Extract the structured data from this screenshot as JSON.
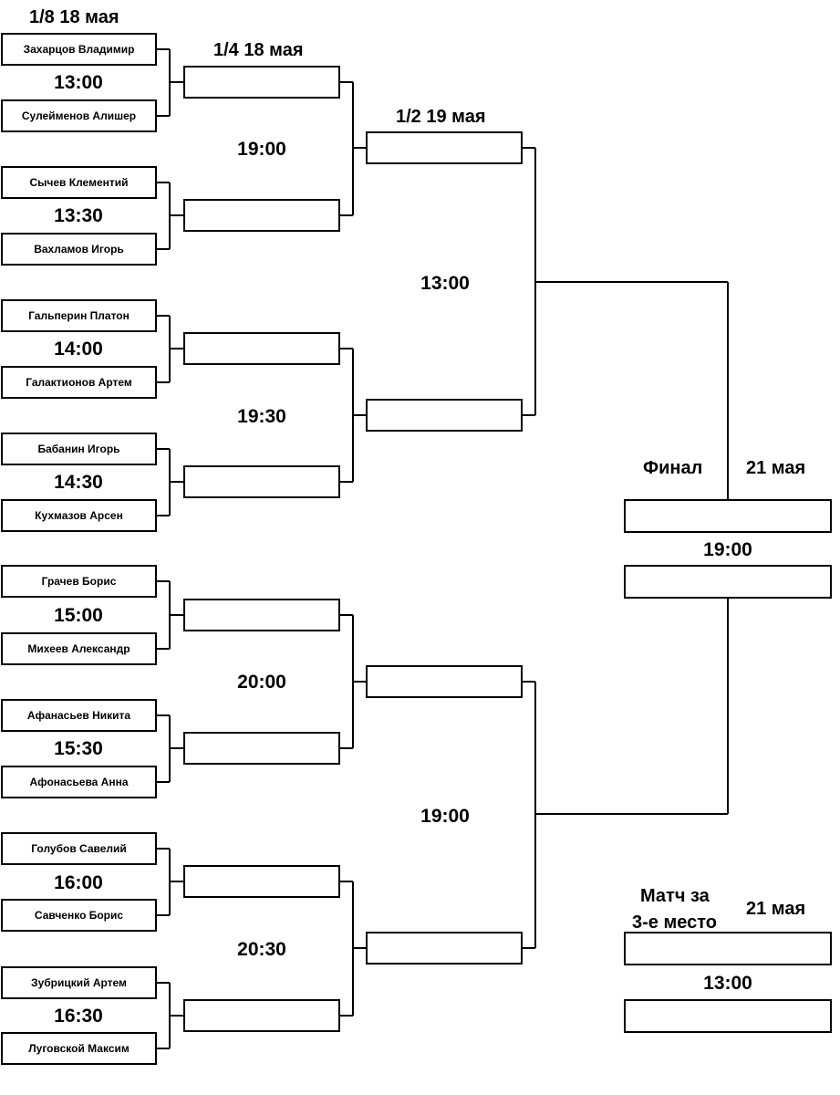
{
  "headers": {
    "r16": "1/8 18 мая",
    "qf": "1/4 18 мая",
    "sf": "1/2 19 мая"
  },
  "round_of_16": [
    {
      "player1": "Захарцов Владимир",
      "player2": "Сулейменов Алишер",
      "time": "13:00"
    },
    {
      "player1": "Сычев Клементий",
      "player2": "Вахламов Игорь",
      "time": "13:30"
    },
    {
      "player1": "Гальперин Платон",
      "player2": "Галактионов Артем",
      "time": "14:00"
    },
    {
      "player1": "Бабанин Игорь",
      "player2": "Кухмазов Арсен",
      "time": "14:30"
    },
    {
      "player1": "Грачев Борис",
      "player2": "Михеев Александр",
      "time": "15:00"
    },
    {
      "player1": "Афанасьев Никита",
      "player2": "Афонасьева Анна",
      "time": "15:30"
    },
    {
      "player1": "Голубов Савелий",
      "player2": "Савченко Борис",
      "time": "16:00"
    },
    {
      "player1": "Зубрицкий Артем",
      "player2": "Луговской Максим",
      "time": "16:30"
    }
  ],
  "quarterfinals": [
    {
      "time": "19:00"
    },
    {
      "time": "19:30"
    },
    {
      "time": "20:00"
    },
    {
      "time": "20:30"
    }
  ],
  "semifinals": [
    {
      "time": "13:00"
    },
    {
      "time": "19:00"
    }
  ],
  "final": {
    "label": "Финал",
    "date": "21 мая",
    "time": "19:00"
  },
  "third_place": {
    "label_line1": "Матч за",
    "label_line2": "3-е место",
    "date": "21 мая",
    "time": "13:00"
  }
}
